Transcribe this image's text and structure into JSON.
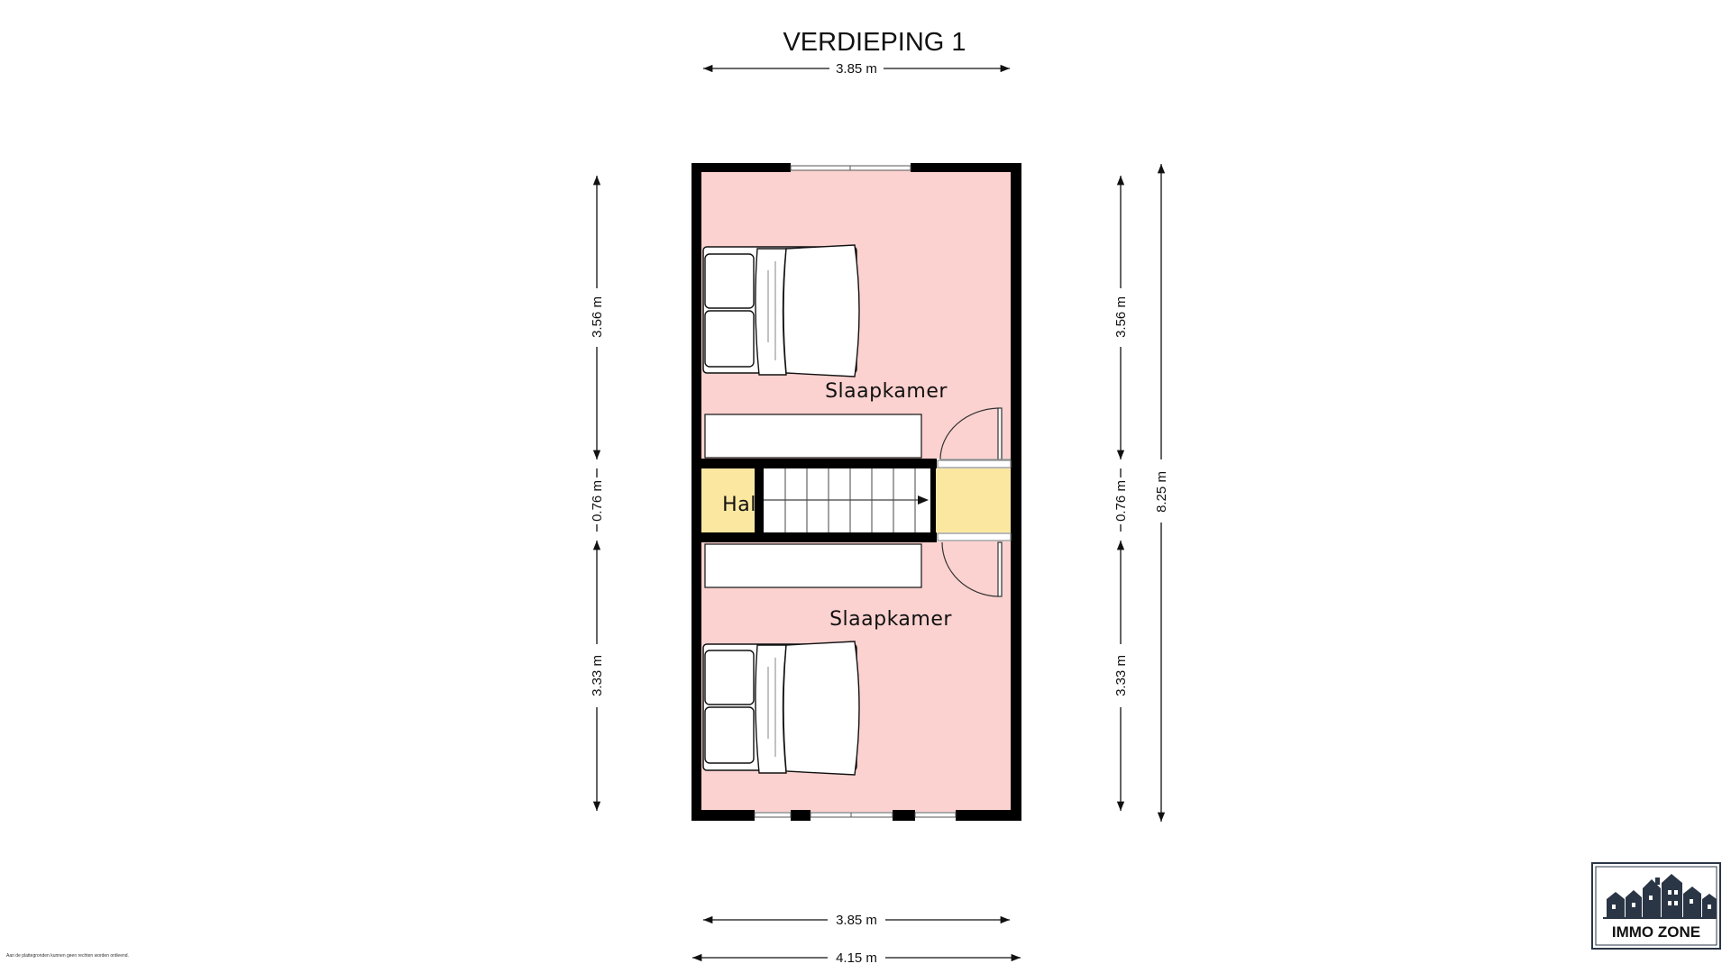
{
  "title": "VERDIEPING 1",
  "rooms": {
    "bedroom_top": "Slaapkamer",
    "hall": "Hal",
    "bedroom_bottom": "Slaapkamer"
  },
  "dimensions": {
    "top_width": "3.85 m",
    "bottom_inner_width": "3.85 m",
    "bottom_outer_width": "4.15 m",
    "left_top": "3.56 m",
    "left_middle": "0.76 m",
    "left_bottom": "3.33 m",
    "right_top": "3.56 m",
    "right_middle": "0.76 m",
    "right_bottom": "3.33 m",
    "total_height": "8.25 m"
  },
  "disclaimer": "Aan de plattegronden kunnen geen rechten worden ontleend.",
  "logo": {
    "text": "IMMO ZONE",
    "icon": "houses-skyline-icon"
  },
  "colors": {
    "room_fill": "#fbd2d0",
    "hall_fill": "#fbe7a0",
    "wall": "#000000",
    "logo_bg": "#2a3545"
  }
}
